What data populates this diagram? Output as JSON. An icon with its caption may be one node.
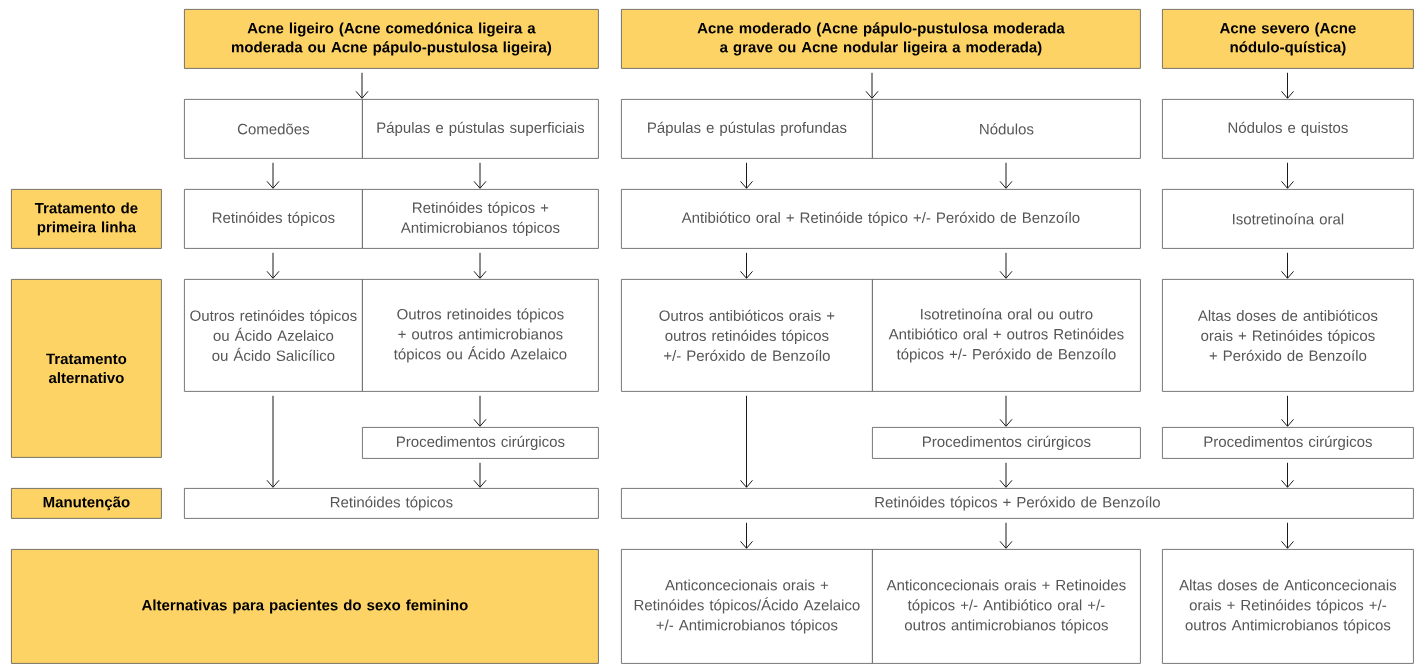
{
  "diagram": {
    "nodes": [
      {
        "text": [
          "Acne ligeiro (Acne comedónica ligeira a moderada ou Acne pápulo-pustulosa ligeira)"
        ]
      },
      {
        "text": [
          "Acne moderado (Acne pápulo-pustulosa moderada a grave ou Acne nodular ligeira a moderada)"
        ]
      },
      {
        "text": [
          "Acne severo (Acne nódulo-quística)"
        ]
      },
      {
        "text": [
          "Comedões"
        ]
      },
      {
        "text": [
          "Pápulas e pústulas superficiais"
        ]
      },
      {
        "text": [
          "Pápulas e pústulas profundas"
        ]
      },
      {
        "text": [
          "Nódulos"
        ]
      },
      {
        "text": [
          "Nódulos e quistos"
        ]
      },
      {
        "text": [
          "Tratamento de primeira linha"
        ]
      },
      {
        "text": [
          "Retinóides tópicos"
        ]
      },
      {
        "text": [
          "Retinóides tópicos + Antimicrobianos tópicos"
        ]
      },
      {
        "text": [
          "Antibiótico oral + Retinóide tópico +/- Peróxido de Benzoílo"
        ]
      },
      {
        "text": [
          "Isotretinoína oral"
        ]
      },
      {
        "text": [
          "Tratamento alternativo"
        ]
      },
      {
        "text": [
          "Outros retinóides tópicos ou Ácido Azelaico ou Ácido Salicílico"
        ]
      },
      {
        "text": [
          "Outros retinoides tópicos + outros antimicrobianos tópicos ou Ácido Azelaico"
        ]
      },
      {
        "text": [
          "Outros antibióticos orais + outros retinóides tópicos +/- Peróxido de Benzoílo"
        ]
      },
      {
        "text": [
          "Isotretinoína oral ou outro Antibiótico oral + outros Retinóides tópicos +/- Peróxido de Benzoílo"
        ]
      },
      {
        "text": [
          "Altas doses de antibióticos orais + Retinóides tópicos + Peróxido de Benzoílo"
        ]
      },
      {
        "text": [
          "Procedimentos cirúrgicos"
        ]
      },
      {
        "text": [
          "Procedimentos cirúrgicos"
        ]
      },
      {
        "text": [
          "Procedimentos cirúrgicos"
        ]
      },
      {
        "text": [
          "Manutenção"
        ]
      },
      {
        "text": [
          "Retinóides tópicos"
        ]
      },
      {
        "text": [
          "Retinóides tópicos + Peróxido de Benzoílo"
        ]
      },
      {
        "text": [
          "Alternativas para pacientes do sexo feminino"
        ]
      },
      {
        "text": [
          "Anticoncecionais orais + Retinóides tópicos/Ácido Azelaico +/- Antimicrobianos tópicos"
        ]
      },
      {
        "text": [
          "Anticoncecionais orais + Retinoides tópicos +/- Antibiótico oral +/- outros antimicrobianos tópicos"
        ]
      },
      {
        "text": [
          "Altas doses de Anticoncecionais orais + Retinóides tópicos +/- outros Antimicrobianos tópicos"
        ]
      }
    ],
    "edges": [
      {
        "from": 0,
        "to": 3,
        "arrow": "to"
      },
      {
        "from": 0,
        "to": 4,
        "arrow": "to"
      },
      {
        "from": 1,
        "to": 5,
        "arrow": "to"
      },
      {
        "from": 1,
        "to": 6,
        "arrow": "to"
      },
      {
        "from": 2,
        "to": 7,
        "arrow": "to"
      },
      {
        "from": 3,
        "to": 9,
        "arrow": "to"
      },
      {
        "from": 4,
        "to": 10,
        "arrow": "to"
      },
      {
        "from": 5,
        "to": 11,
        "arrow": "to"
      },
      {
        "from": 6,
        "to": 11,
        "arrow": "to"
      },
      {
        "from": 7,
        "to": 12,
        "arrow": "to"
      },
      {
        "from": 9,
        "to": 14,
        "arrow": "to"
      },
      {
        "from": 10,
        "to": 15,
        "arrow": "to"
      },
      {
        "from": 11,
        "to": 16,
        "arrow": "to"
      },
      {
        "from": 11,
        "to": 17,
        "arrow": "to"
      },
      {
        "from": 12,
        "to": 18,
        "arrow": "to"
      },
      {
        "from": 14,
        "to": 23,
        "arrow": "to"
      },
      {
        "from": 15,
        "to": 19,
        "arrow": "to"
      },
      {
        "from": 19,
        "to": 23,
        "arrow": "to"
      },
      {
        "from": 16,
        "to": 24,
        "arrow": "to"
      },
      {
        "from": 17,
        "to": 20,
        "arrow": "to"
      },
      {
        "from": 20,
        "to": 24,
        "arrow": "to"
      },
      {
        "from": 18,
        "to": 21,
        "arrow": "to"
      },
      {
        "from": 21,
        "to": 24,
        "arrow": "to"
      },
      {
        "from": 24,
        "to": 26,
        "arrow": "to"
      },
      {
        "from": 24,
        "to": 27,
        "arrow": "to"
      },
      {
        "from": 24,
        "to": 28,
        "arrow": "to"
      }
    ]
  }
}
